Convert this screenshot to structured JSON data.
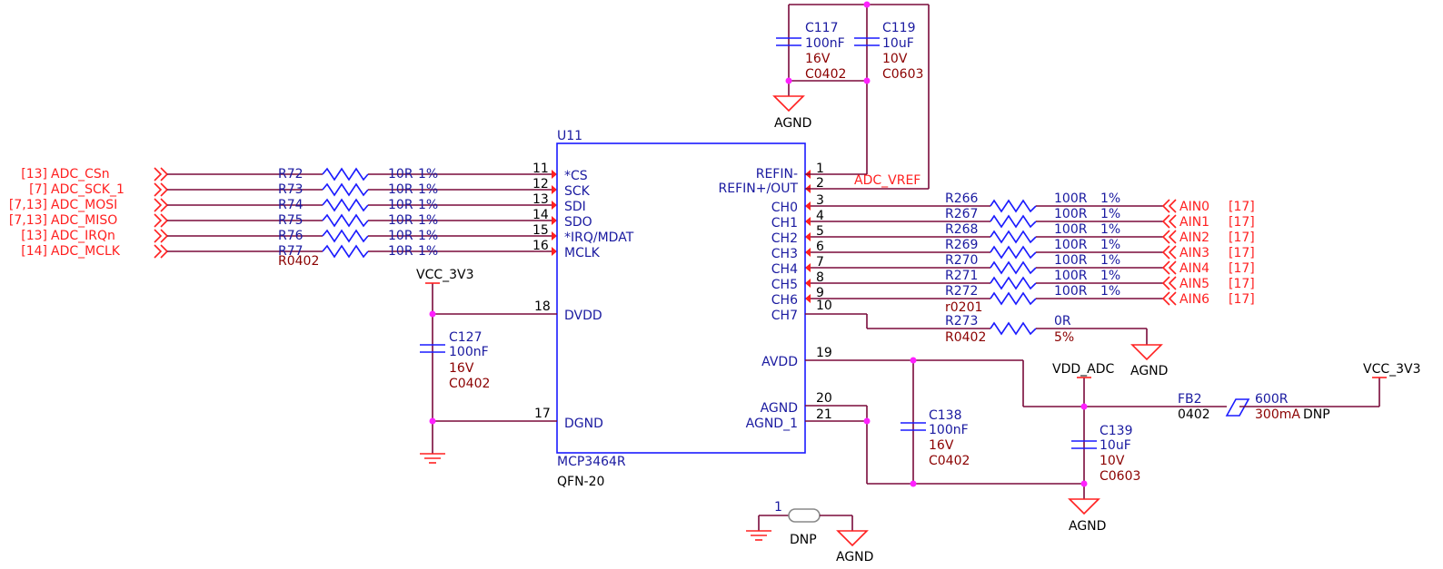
{
  "colors": {
    "wire": "#7a0a3a",
    "net": "#ff2020",
    "designator": "#1a1aa0",
    "value": "#8b0000",
    "junction": "#ff20ff",
    "body": "#1a1aff"
  },
  "chip": {
    "ref": "U11",
    "part": "MCP3464R",
    "package": "QFN-20",
    "left_pins": [
      {
        "num": "11",
        "name": "*CS"
      },
      {
        "num": "12",
        "name": "SCK"
      },
      {
        "num": "13",
        "name": "SDI"
      },
      {
        "num": "14",
        "name": "SDO"
      },
      {
        "num": "15",
        "name": "*IRQ/MDAT"
      },
      {
        "num": "16",
        "name": "MCLK"
      },
      {
        "num": "18",
        "name": "DVDD"
      },
      {
        "num": "17",
        "name": "DGND"
      }
    ],
    "right_pins": [
      {
        "num": "1",
        "name": "REFIN-"
      },
      {
        "num": "2",
        "name": "REFIN+/OUT"
      },
      {
        "num": "3",
        "name": "CH0"
      },
      {
        "num": "4",
        "name": "CH1"
      },
      {
        "num": "5",
        "name": "CH2"
      },
      {
        "num": "6",
        "name": "CH3"
      },
      {
        "num": "7",
        "name": "CH4"
      },
      {
        "num": "8",
        "name": "CH5"
      },
      {
        "num": "9",
        "name": "CH6"
      },
      {
        "num": "10",
        "name": "CH7"
      },
      {
        "num": "19",
        "name": "AVDD"
      },
      {
        "num": "20",
        "name": "AGND"
      },
      {
        "num": "21",
        "name": "AGND_1"
      }
    ]
  },
  "left_nets": [
    {
      "ref": "[13]",
      "net": "ADC_CSn",
      "res": "R72",
      "val": "10R",
      "tol": "1%"
    },
    {
      "ref": "[7]",
      "net": "ADC_SCK_1",
      "res": "R73",
      "val": "10R",
      "tol": "1%"
    },
    {
      "ref": "[7,13]",
      "net": "ADC_MOSI",
      "res": "R74",
      "val": "10R",
      "tol": "1%"
    },
    {
      "ref": "[7,13]",
      "net": "ADC_MISO",
      "res": "R75",
      "val": "10R",
      "tol": "1%"
    },
    {
      "ref": "[13]",
      "net": "ADC_IRQn",
      "res": "R76",
      "val": "10R",
      "tol": "1%"
    },
    {
      "ref": "[14]",
      "net": "ADC_MCLK",
      "res": "R77",
      "val": "10R",
      "tol": "1%"
    }
  ],
  "left_res_package": "R0402",
  "right_nets": [
    {
      "res": "R266",
      "val": "100R",
      "tol": "1%",
      "net": "AIN0",
      "ref": "[17]"
    },
    {
      "res": "R267",
      "val": "100R",
      "tol": "1%",
      "net": "AIN1",
      "ref": "[17]"
    },
    {
      "res": "R268",
      "val": "100R",
      "tol": "1%",
      "net": "AIN2",
      "ref": "[17]"
    },
    {
      "res": "R269",
      "val": "100R",
      "tol": "1%",
      "net": "AIN3",
      "ref": "[17]"
    },
    {
      "res": "R270",
      "val": "100R",
      "tol": "1%",
      "net": "AIN4",
      "ref": "[17]"
    },
    {
      "res": "R271",
      "val": "100R",
      "tol": "1%",
      "net": "AIN5",
      "ref": "[17]"
    },
    {
      "res": "R272",
      "val": "100R",
      "tol": "1%",
      "net": "AIN6",
      "ref": "[17]"
    }
  ],
  "right_res_package": "r0201",
  "r273": {
    "ref": "R273",
    "val": "0R",
    "pkg": "R0402",
    "tol": "5%"
  },
  "adc_vref": "ADC_VREF",
  "caps": {
    "c117": {
      "ref": "C117",
      "val": "100nF",
      "volt": "16V",
      "pkg": "C0402"
    },
    "c119": {
      "ref": "C119",
      "val": "10uF",
      "volt": "10V",
      "pkg": "C0603"
    },
    "c127": {
      "ref": "C127",
      "val": "100nF",
      "volt": "16V",
      "pkg": "C0402"
    },
    "c138": {
      "ref": "C138",
      "val": "100nF",
      "volt": "16V",
      "pkg": "C0402"
    },
    "c139": {
      "ref": "C139",
      "val": "10uF",
      "volt": "10V",
      "pkg": "C0603"
    }
  },
  "fb2": {
    "ref": "FB2",
    "pkg": "0402",
    "val": "600R",
    "rating": "300mA",
    "dnp": "DNP"
  },
  "power": {
    "vcc": "VCC_3V3",
    "vdd_adc": "VDD_ADC",
    "agnd": "AGND"
  },
  "jumper": {
    "pin": "1",
    "dnp": "DNP"
  }
}
